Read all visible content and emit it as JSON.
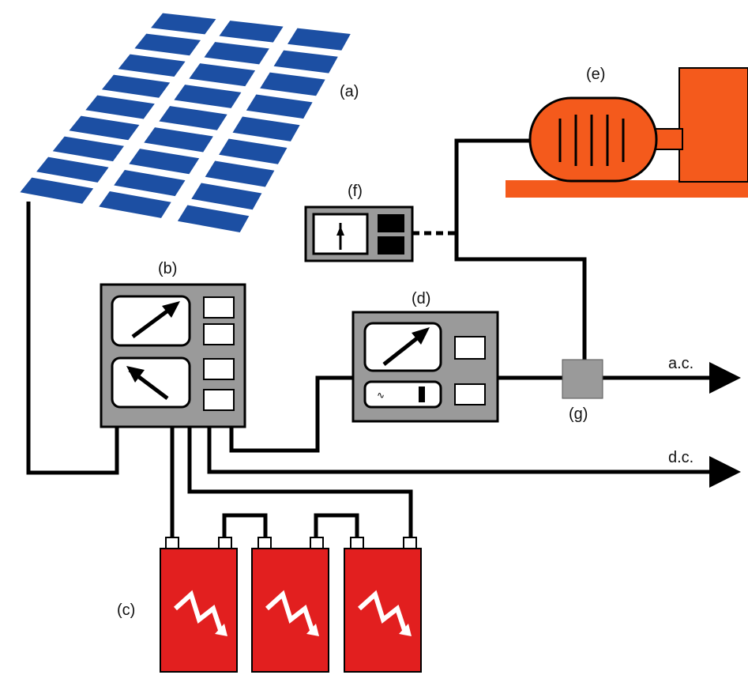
{
  "labels": {
    "a": "(a)",
    "b": "(b)",
    "c": "(c)",
    "d": "(d)",
    "e": "(e)",
    "f": "(f)",
    "g": "(g)",
    "ac": "a.c.",
    "dc": "d.c."
  },
  "colors": {
    "panel": "#1c4fa3",
    "box": "#9a9a9a",
    "battery": "#e21f1f",
    "motor": "#f45a1c",
    "wire": "#000000"
  }
}
